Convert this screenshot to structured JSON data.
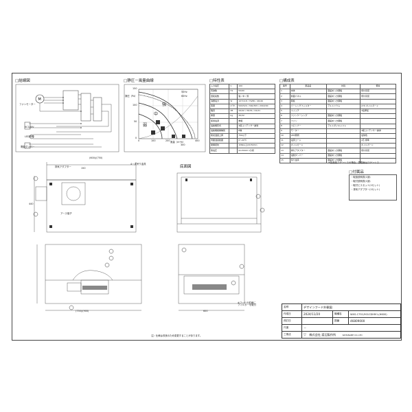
{
  "sections": {
    "wiring": "□結線図",
    "static_pressure": "□静圧－風量曲線",
    "characteristics": "□特性表",
    "components": "□構成表",
    "accessories": "□付属品",
    "bottom_view": "底面図"
  },
  "wiring_labels": {
    "fan_motor": "ファンモーター",
    "ac_source": "AC100V",
    "led": "LED照明",
    "damper": "電動ダンパー"
  },
  "curve": {
    "y_axis_label": "静圧（Pa）",
    "x_axis_label": "風量（m³/h）",
    "legend_50hz": "50Hz",
    "legend_60hz": "60Hz",
    "speed_strong": "強",
    "speed_mid": "中",
    "speed_weak": "弱",
    "y_ticks": [
      "150",
      "100",
      "50",
      "0"
    ],
    "x_ticks": [
      "0",
      "100",
      "200",
      "300",
      "400"
    ]
  },
  "characteristics_rows": [
    [
      "入力電圧",
      "V",
      "100"
    ],
    [
      "周波数",
      "Hz",
      "50/60"
    ],
    [
      "回転段数",
      "",
      "強 / 中 / 弱"
    ],
    [
      "消費電力",
      "W",
      "107/118 / 76/80 / 46/46"
    ],
    [
      "風量",
      "m³/h",
      "500/520 / 390/395 / 200/200"
    ],
    [
      "騒音",
      "dB",
      "44/42 / 35/34 / 22/21"
    ],
    [
      "重量",
      "kg",
      "30/32"
    ],
    [
      "使用電源",
      "",
      "単相"
    ],
    [
      "電動機形式",
      "",
      "4極コンデンサー誘導"
    ],
    [
      "電動機絶縁種別",
      "",
      "E種"
    ],
    [
      "吸収温度上昇",
      "",
      "75K以下"
    ],
    [
      "周囲温度範囲",
      "",
      "0～40℃"
    ],
    [
      "絶縁抵抗",
      "",
      "1MΩ以上(DC500V)"
    ],
    [
      "耐電圧",
      "",
      "AC1500V 1分間"
    ]
  ],
  "components_header": [
    "番号",
    "部品名",
    "材質",
    "備考"
  ],
  "components_rows": [
    [
      "1",
      "本体",
      "亜鉛めっき鋼板",
      "焼付塗装"
    ],
    [
      "2",
      "前面パネル",
      "亜鉛めっき鋼板",
      "焼付塗装"
    ],
    [
      "3",
      "幕板",
      "亜鉛めっき鋼板",
      ""
    ],
    [
      "4",
      "パーシングフィルター",
      "アルミニウム",
      "(23) オイルガード"
    ],
    [
      "5",
      "スイッチ",
      "",
      "3段押釦"
    ],
    [
      "6",
      "ファンケーシング",
      "亜鉛めっき鋼板",
      ""
    ],
    [
      "7",
      "ファン",
      "亜鉛めっき鋼板",
      ""
    ],
    [
      "8",
      "スピンナー",
      "アルミダイキャスト",
      ""
    ],
    [
      "9",
      "モーター",
      "",
      "4極コンデンサー誘導"
    ],
    [
      "10",
      "LED照明",
      "",
      "電球色"
    ],
    [
      "11",
      "電源コード",
      "",
      "2芯 標準"
    ],
    [
      "12",
      "オイルガード",
      "",
      "オイルガード"
    ],
    [
      "13",
      "排気アダプター",
      "亜鉛めっき鋼板",
      "焼付塗装"
    ],
    [
      "14",
      "電動ダンパー",
      "亜鉛めっき鋼板",
      ""
    ],
    [
      "15",
      "吊り金具",
      "亜鉛めっき鋼板",
      ""
    ]
  ],
  "components_note": "※製品色ステンレスの場合、意匠面はステンレス",
  "accessories_items": [
    "・取扱説明書(1部)",
    "・取付説明書(1部)",
    "・取付ビスセット(1セット)",
    "・排気アダプター(1セット)"
  ],
  "drawing_labels": {
    "exhaust_adapter": "排気アダプター",
    "hanger": "4－天吊り金具",
    "ground": "アース端子",
    "dim_top_width": "(600)/(750)",
    "dim_150": "150",
    "dim_440": "440",
    "dim_front_width": "(750)/(900)",
    "dim_side_600": "600",
    "front_note": "※フードの前面に\nフィルターを取付",
    "bottom_note": "注）仕様は改良のため変更することがあります。"
  },
  "title_block": {
    "name_label": "名称",
    "name_label_en": "TITLE",
    "name_value": "デザインフード外観図",
    "date_label": "作成日",
    "date_label_en": "DATE",
    "date_value": "2024/11/20",
    "model_label": "機種名",
    "model_label_en": "MODEL",
    "model_value": "WXS-C751/901CDHM L(H600)",
    "revision_label": "改訂日",
    "revision_label_en": "REV.DATE",
    "revision_value": "",
    "drawing_label": "図番",
    "drawing_label_en": "DWG. No.",
    "drawing_value": "46809000",
    "scale_label": "尺度",
    "scale_label_en": "SCALE",
    "scale_value": "－",
    "projection_label": "三角法",
    "projection_label_en": "THIRD ANGLE",
    "company": "株式会社 渡辺製作所",
    "company_en": "WATANABE CO.,LTD"
  }
}
